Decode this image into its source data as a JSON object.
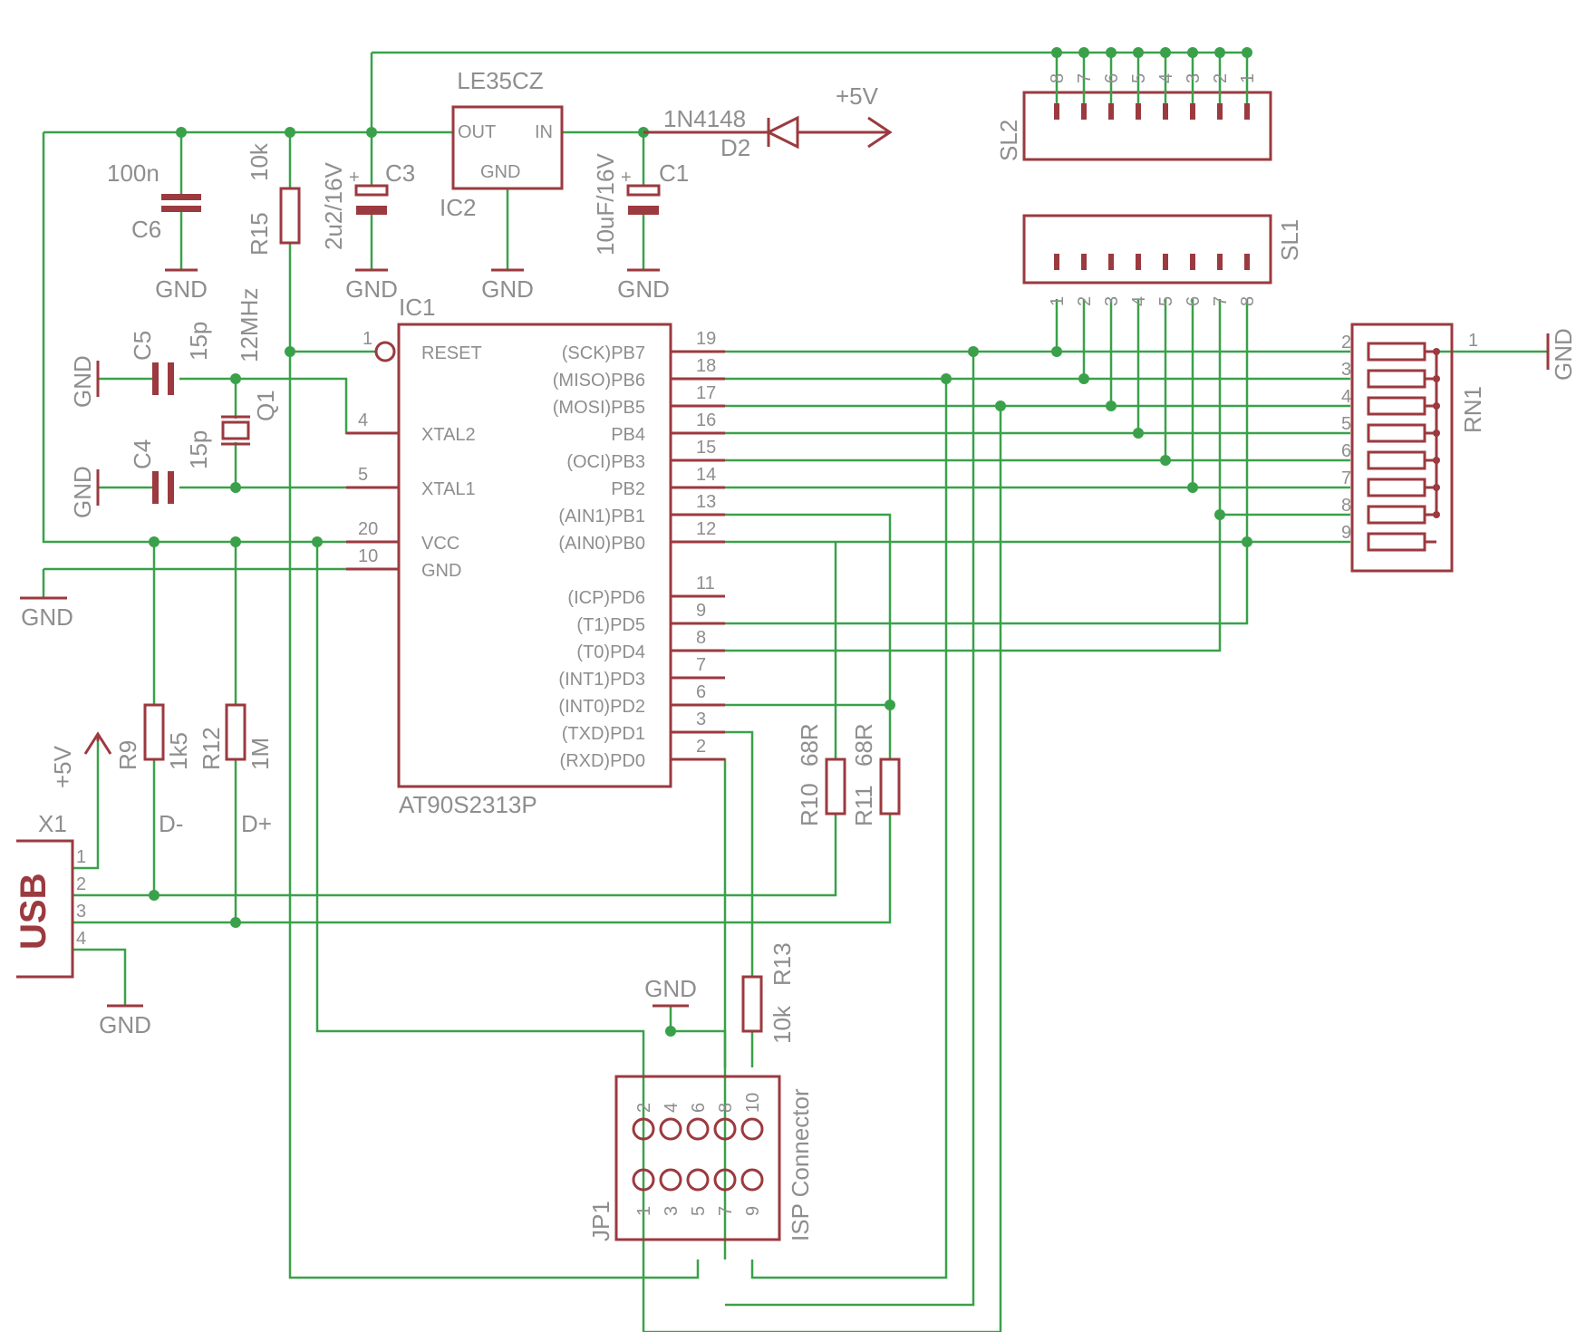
{
  "labels": {
    "c6_val": "100n",
    "c6": "C6",
    "r15_val": "10k",
    "r15": "R15",
    "c3_val": "2u2/16V",
    "c3": "C3",
    "ic2_val": "LE35CZ",
    "ic2": "IC2",
    "ic2_out": "OUT",
    "ic2_in": "IN",
    "ic2_gnd": "GND",
    "c1_val": "10uF/16V",
    "c1": "C1",
    "d2_val": "1N4148",
    "d2": "D2",
    "plus5v": "+5V",
    "gnd": "GND",
    "sl1": "SL1",
    "sl2": "SL2",
    "ic1": "IC1",
    "ic1_val": "AT90S2313P",
    "c5": "C5",
    "c5_val": "15p",
    "c4": "C4",
    "c4_val": "15p",
    "q1": "Q1",
    "q1_val": "12MHz",
    "r9": "R9",
    "r9_val": "1k5",
    "r12": "R12",
    "r12_val": "1M",
    "dminus": "D-",
    "dplus": "D+",
    "x1": "X1",
    "usb": "USB",
    "r10": "R10",
    "r10_val": "68R",
    "r11": "R11",
    "r11_val": "68R",
    "r13": "R13",
    "r13_val": "10k",
    "jp1": "JP1",
    "isp": "ISP Connector",
    "rn1": "RN1"
  },
  "ic1_left": [
    {
      "num": "1",
      "name": "RESET"
    },
    {
      "num": "4",
      "name": "XTAL2"
    },
    {
      "num": "5",
      "name": "XTAL1"
    },
    {
      "num": "20",
      "name": "VCC"
    },
    {
      "num": "10",
      "name": "GND"
    }
  ],
  "ic1_right": [
    {
      "num": "19",
      "name": "(SCK)PB7"
    },
    {
      "num": "18",
      "name": "(MISO)PB6"
    },
    {
      "num": "17",
      "name": "(MOSI)PB5"
    },
    {
      "num": "16",
      "name": "PB4"
    },
    {
      "num": "15",
      "name": "(OCI)PB3"
    },
    {
      "num": "14",
      "name": "PB2"
    },
    {
      "num": "13",
      "name": "(AIN1)PB1"
    },
    {
      "num": "12",
      "name": "(AIN0)PB0"
    },
    {
      "num": "11",
      "name": "(ICP)PD6"
    },
    {
      "num": "9",
      "name": "(T1)PD5"
    },
    {
      "num": "8",
      "name": "(T0)PD4"
    },
    {
      "num": "7",
      "name": "(INT1)PD3"
    },
    {
      "num": "6",
      "name": "(INT0)PD2"
    },
    {
      "num": "3",
      "name": "(TXD)PD1"
    },
    {
      "num": "2",
      "name": "(RXD)PD0"
    }
  ],
  "sl1_pins": [
    "1",
    "2",
    "3",
    "4",
    "5",
    "6",
    "7",
    "8"
  ],
  "sl2_pins": [
    "8",
    "7",
    "6",
    "5",
    "4",
    "3",
    "2",
    "1"
  ],
  "rn1_pins": [
    "2",
    "3",
    "4",
    "5",
    "6",
    "7",
    "8",
    "9"
  ],
  "rn1_common": "1",
  "usb_pins": [
    "1",
    "2",
    "3",
    "4"
  ],
  "jp1_top": [
    "2",
    "4",
    "6",
    "8",
    "10"
  ],
  "jp1_bottom": [
    "1",
    "3",
    "5",
    "7",
    "9"
  ],
  "colors": {
    "wire": "#3aa14a",
    "part": "#9b3a3f",
    "text": "#8e8e8e"
  }
}
